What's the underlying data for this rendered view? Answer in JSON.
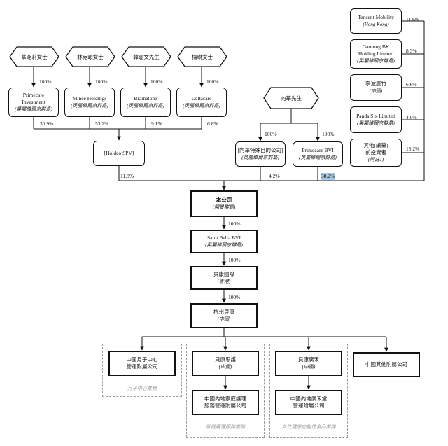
{
  "shareholders": [
    {
      "id": "hex1",
      "name": "華湘莉女士"
    },
    {
      "id": "hex2",
      "name": "林宛頤女士"
    },
    {
      "id": "hex3",
      "name": "韓珊文先生"
    },
    {
      "id": "hex4",
      "name": "楊琳女士"
    },
    {
      "id": "hex5",
      "name": "向華先生"
    }
  ],
  "holding_cos": [
    {
      "l1": "Primecare",
      "l1b": "Investment",
      "l2": "(英屬維爾京群島)"
    },
    {
      "l1": "Minee Holdings",
      "l2": "(英屬維爾京群島)"
    },
    {
      "l1": "Brainalone",
      "l2": "(英屬維爾京群島)"
    },
    {
      "l1": "Deltacare",
      "l2": "(英屬維爾京群島)"
    }
  ],
  "holdco": {
    "l1": "[Holdco SPV]"
  },
  "xiang_cos": [
    {
      "l1": "[向華特殊目的公司]",
      "l2": "(英屬維爾京群島)"
    },
    {
      "l1": "Primecare BVI",
      "l2": "(英屬維爾京群島)"
    }
  ],
  "investors": [
    {
      "l1": "Tencent Mobility",
      "l2": "(Hong Kong)",
      "pct": "11.6%"
    },
    {
      "l1": "Gaorong BK",
      "l1b": "Holding Limited",
      "l2": "(英屬維爾京群島)",
      "pct": "8.3%"
    },
    {
      "l1": "寧波唐竹",
      "l2": "(中國)",
      "pct": "6.6%"
    },
    {
      "l1": "Panda Six Limited",
      "l2": "(英屬維爾京群島)",
      "pct": "4.0%"
    },
    {
      "l1": "其他[編纂]",
      "l1b": "前投資者",
      "l2": "(附註1)",
      "pct": "15.2%"
    }
  ],
  "pcts": {
    "hex_to_co": "100%",
    "p1": "30.9%",
    "p2": "53.2%",
    "p3": "9.1%",
    "p4": "6.8%",
    "holdco": "11.9%",
    "xiang_spv": "4.2%",
    "primecare_bvi": "38.2%",
    "chain1": "100%",
    "chain2": "100%",
    "chain3": "100%"
  },
  "chain": [
    {
      "l1": "本公司",
      "l2": "(開曼群島)"
    },
    {
      "l1": "Saint Bella BVI",
      "l2": "(英屬維爾京群島)"
    },
    {
      "l1": "貝康國際",
      "l2": "(香港)"
    },
    {
      "l1": "杭州貝康",
      "l2": "(中國)"
    }
  ],
  "subs": {
    "maternity": {
      "l1": "中國月子中心",
      "l1b": "營運附屬公司",
      "caption": "月子中心業務"
    },
    "home_care_parent": {
      "l1": "貝康思護",
      "l2": "(中國)"
    },
    "home_care_child": {
      "l1": "中國內地家庭護理",
      "l1b": "服務營運附屬公司",
      "caption": "家庭護理服務業務"
    },
    "food_parent": {
      "l1": "貝康廣禾",
      "l2": "(中國)"
    },
    "food_child": {
      "l1": "中國內地廣禾堂",
      "l1b": "營運附屬公司",
      "caption": "女性健康功能性食品業務"
    },
    "others": {
      "l1": "中國其他附屬公司"
    }
  }
}
